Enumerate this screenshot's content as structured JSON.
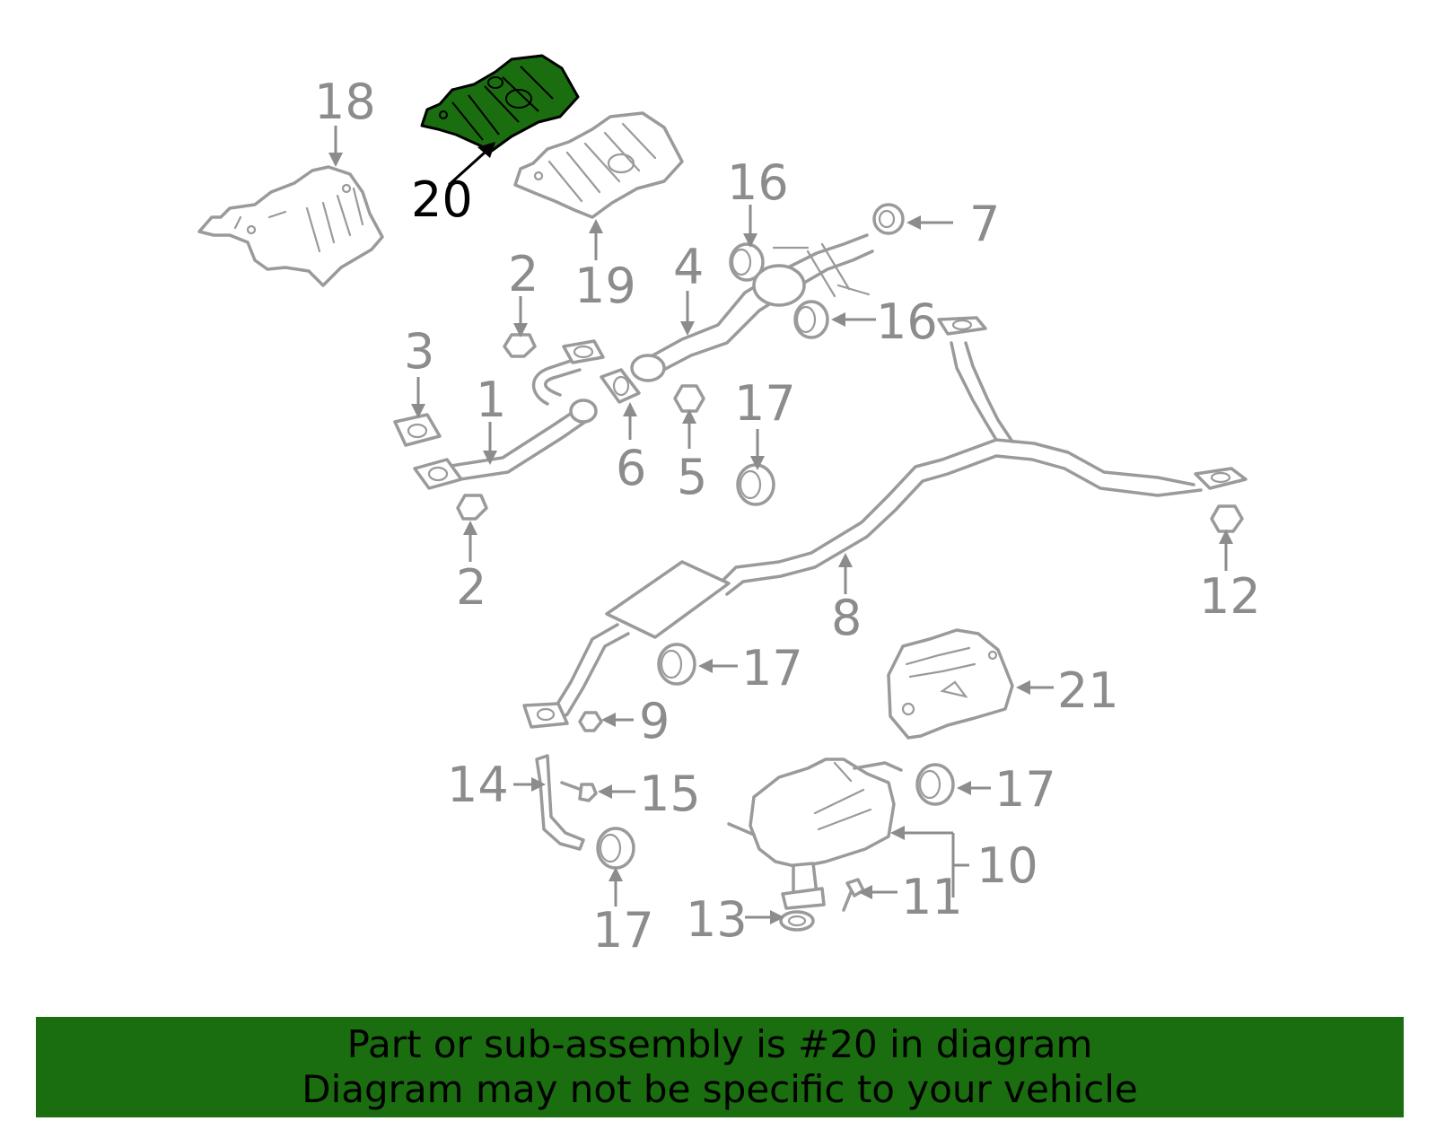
{
  "diagram": {
    "highlighted_part": "20",
    "callouts": [
      {
        "id": "c18",
        "text": "18"
      },
      {
        "id": "c20",
        "text": "20"
      },
      {
        "id": "c19",
        "text": "19"
      },
      {
        "id": "c16a",
        "text": "16"
      },
      {
        "id": "c7",
        "text": "7"
      },
      {
        "id": "c4",
        "text": "4"
      },
      {
        "id": "c2a",
        "text": "2"
      },
      {
        "id": "c16b",
        "text": "16"
      },
      {
        "id": "c3",
        "text": "3"
      },
      {
        "id": "c1",
        "text": "1"
      },
      {
        "id": "c6",
        "text": "6"
      },
      {
        "id": "c5",
        "text": "5"
      },
      {
        "id": "c17a",
        "text": "17"
      },
      {
        "id": "c2b",
        "text": "2"
      },
      {
        "id": "c12",
        "text": "12"
      },
      {
        "id": "c8",
        "text": "8"
      },
      {
        "id": "c17b",
        "text": "17"
      },
      {
        "id": "c21",
        "text": "21"
      },
      {
        "id": "c9",
        "text": "9"
      },
      {
        "id": "c14",
        "text": "14"
      },
      {
        "id": "c15",
        "text": "15"
      },
      {
        "id": "c17c",
        "text": "17"
      },
      {
        "id": "c10",
        "text": "10"
      },
      {
        "id": "c11",
        "text": "11"
      },
      {
        "id": "c13",
        "text": "13"
      },
      {
        "id": "c17d",
        "text": "17"
      }
    ]
  },
  "banner": {
    "line1": "Part or sub-assembly is #20 in diagram",
    "line2": "Diagram may not be specific to your vehicle",
    "color": "#1a6e0f"
  },
  "colors": {
    "highlight": "#1a6e0f",
    "part_stroke": "#9a9a9a",
    "callout_text": "#8c8c8c"
  }
}
